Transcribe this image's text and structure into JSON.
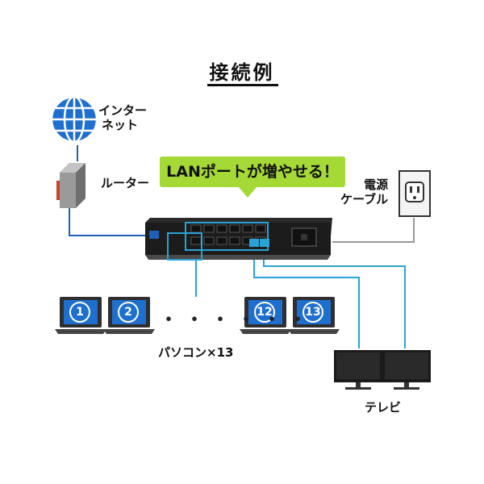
{
  "title": "接続例",
  "callout": "LANポートが増やせる！",
  "labels": {
    "internet_line1": "インター",
    "internet_line2": "ネット",
    "router": "ルーター",
    "power_line1": "電源",
    "power_line2": "ケーブル",
    "pcs": "パソコン×13",
    "tv": "テレビ"
  },
  "pcs": [
    "1",
    "2",
    "12",
    "13"
  ],
  "ellipsis": "・・・・・・",
  "colors": {
    "callout": "#a5d936",
    "lan_cable": "#29a3d6",
    "wan_cable": "#1f5fb8",
    "power_cable": "#999999",
    "globe": "#1f6fcf",
    "router_accent": "#c8412b"
  }
}
